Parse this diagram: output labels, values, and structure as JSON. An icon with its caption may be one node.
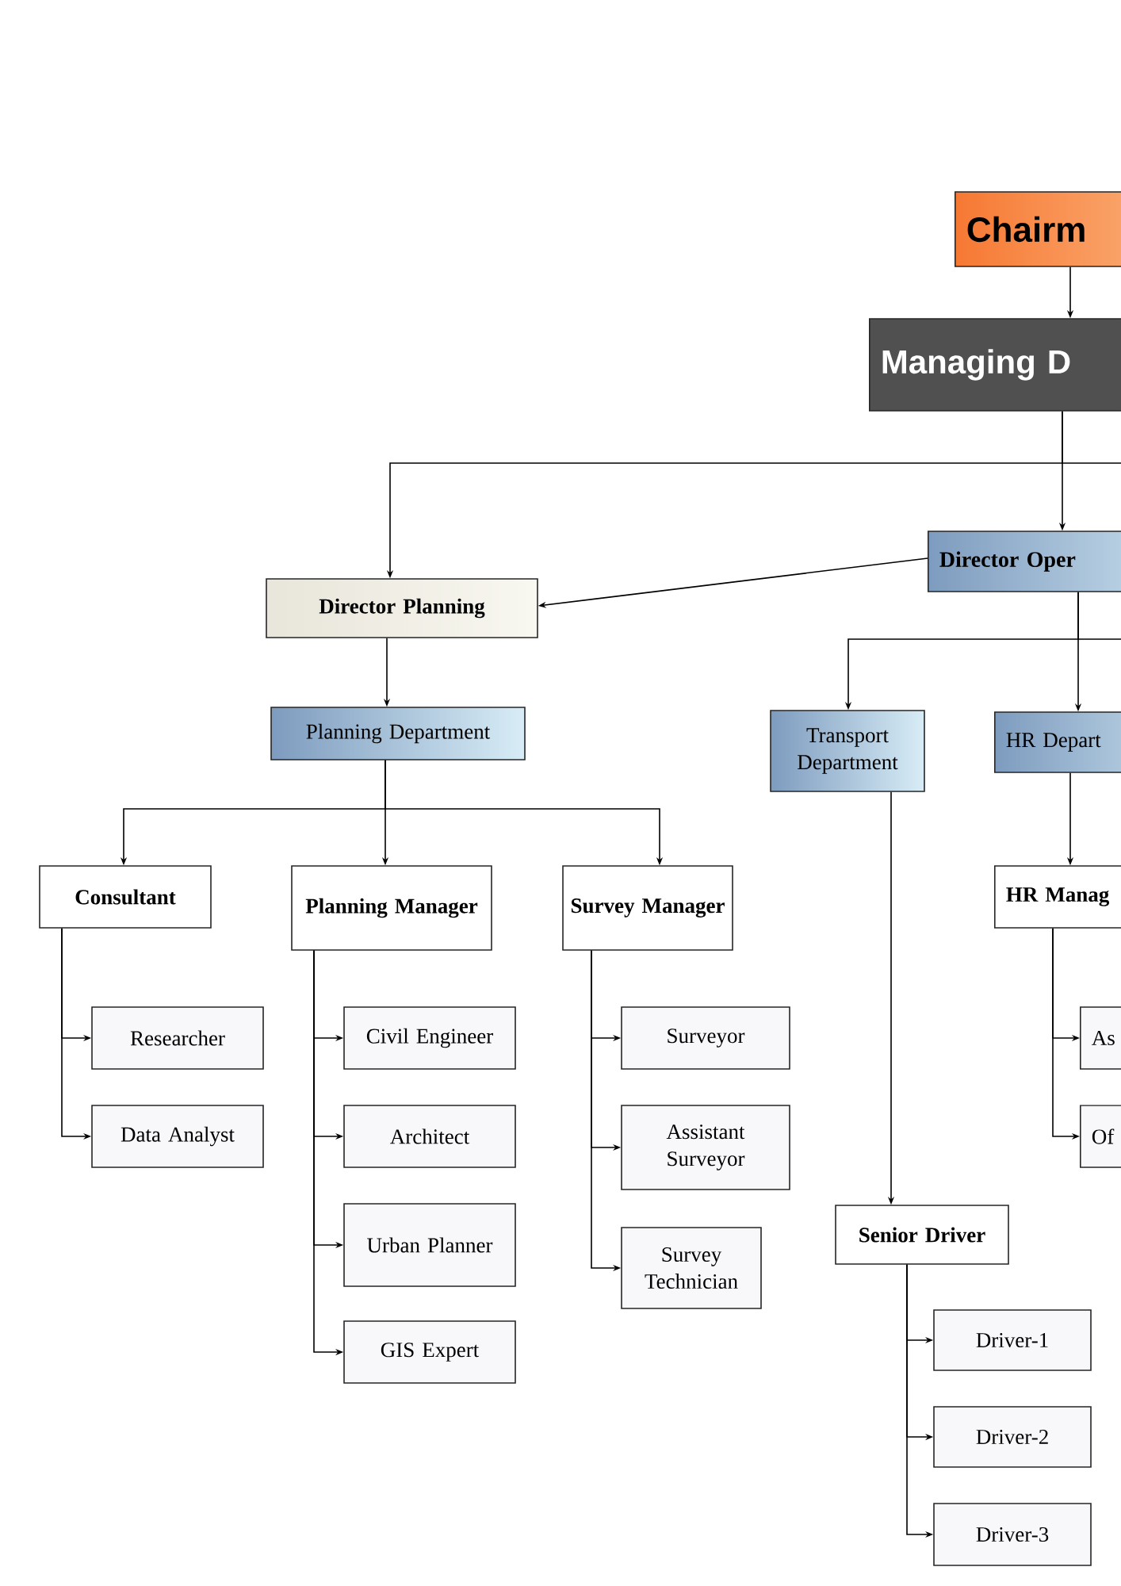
{
  "diagram": {
    "nodes": [
      {
        "text": [
          "Chairm"
        ]
      },
      {
        "text": [
          "Managing D"
        ]
      },
      {
        "text": [
          "Director Planning"
        ]
      },
      {
        "text": [
          "Director Oper"
        ]
      },
      {
        "text": [
          "Planning Department"
        ]
      },
      {
        "text": [
          "Transport Department"
        ]
      },
      {
        "text": [
          "HR Depart"
        ]
      },
      {
        "text": [
          "Consultant"
        ]
      },
      {
        "text": [
          "Planning Manager"
        ]
      },
      {
        "text": [
          "Survey Manager"
        ]
      },
      {
        "text": [
          "HR Manag"
        ]
      },
      {
        "text": [
          "Researcher"
        ]
      },
      {
        "text": [
          "Data Analyst"
        ]
      },
      {
        "text": [
          "Civil Engineer"
        ]
      },
      {
        "text": [
          "Architect"
        ]
      },
      {
        "text": [
          "Urban Planner"
        ]
      },
      {
        "text": [
          "GIS Expert"
        ]
      },
      {
        "text": [
          "Surveyor"
        ]
      },
      {
        "text": [
          "Assistant Surveyor"
        ]
      },
      {
        "text": [
          "Survey Technician"
        ]
      },
      {
        "text": [
          "As"
        ]
      },
      {
        "text": [
          "Of"
        ]
      },
      {
        "text": [
          "Senior Driver"
        ]
      },
      {
        "text": [
          "Driver-1"
        ]
      },
      {
        "text": [
          "Driver-2"
        ]
      },
      {
        "text": [
          "Driver-3"
        ]
      }
    ],
    "edges": [
      {
        "from": 0,
        "to": 1,
        "arrow": "to"
      },
      {
        "from": 1,
        "to": 2,
        "arrow": "to"
      },
      {
        "from": 1,
        "to": 3,
        "arrow": "to"
      },
      {
        "from": 3,
        "to": 2,
        "arrow": "to"
      },
      {
        "from": 2,
        "to": 4,
        "arrow": "to"
      },
      {
        "from": 4,
        "to": 7,
        "arrow": "to"
      },
      {
        "from": 4,
        "to": 8,
        "arrow": "to"
      },
      {
        "from": 4,
        "to": 9,
        "arrow": "to"
      },
      {
        "from": 3,
        "to": 5,
        "arrow": "to"
      },
      {
        "from": 3,
        "to": 6,
        "arrow": "to"
      },
      {
        "from": 6,
        "to": 10,
        "arrow": "to"
      },
      {
        "from": 5,
        "to": 22,
        "arrow": "to"
      },
      {
        "from": 7,
        "to": 11,
        "arrow": "to"
      },
      {
        "from": 7,
        "to": 12,
        "arrow": "to"
      },
      {
        "from": 8,
        "to": 13,
        "arrow": "to"
      },
      {
        "from": 8,
        "to": 14,
        "arrow": "to"
      },
      {
        "from": 8,
        "to": 15,
        "arrow": "to"
      },
      {
        "from": 8,
        "to": 16,
        "arrow": "to"
      },
      {
        "from": 9,
        "to": 17,
        "arrow": "to"
      },
      {
        "from": 9,
        "to": 18,
        "arrow": "to"
      },
      {
        "from": 9,
        "to": 19,
        "arrow": "to"
      },
      {
        "from": 10,
        "to": 20,
        "arrow": "to"
      },
      {
        "from": 10,
        "to": 21,
        "arrow": "to"
      },
      {
        "from": 22,
        "to": 23,
        "arrow": "to"
      },
      {
        "from": 22,
        "to": 24,
        "arrow": "to"
      },
      {
        "from": 22,
        "to": 25,
        "arrow": "to"
      }
    ]
  }
}
